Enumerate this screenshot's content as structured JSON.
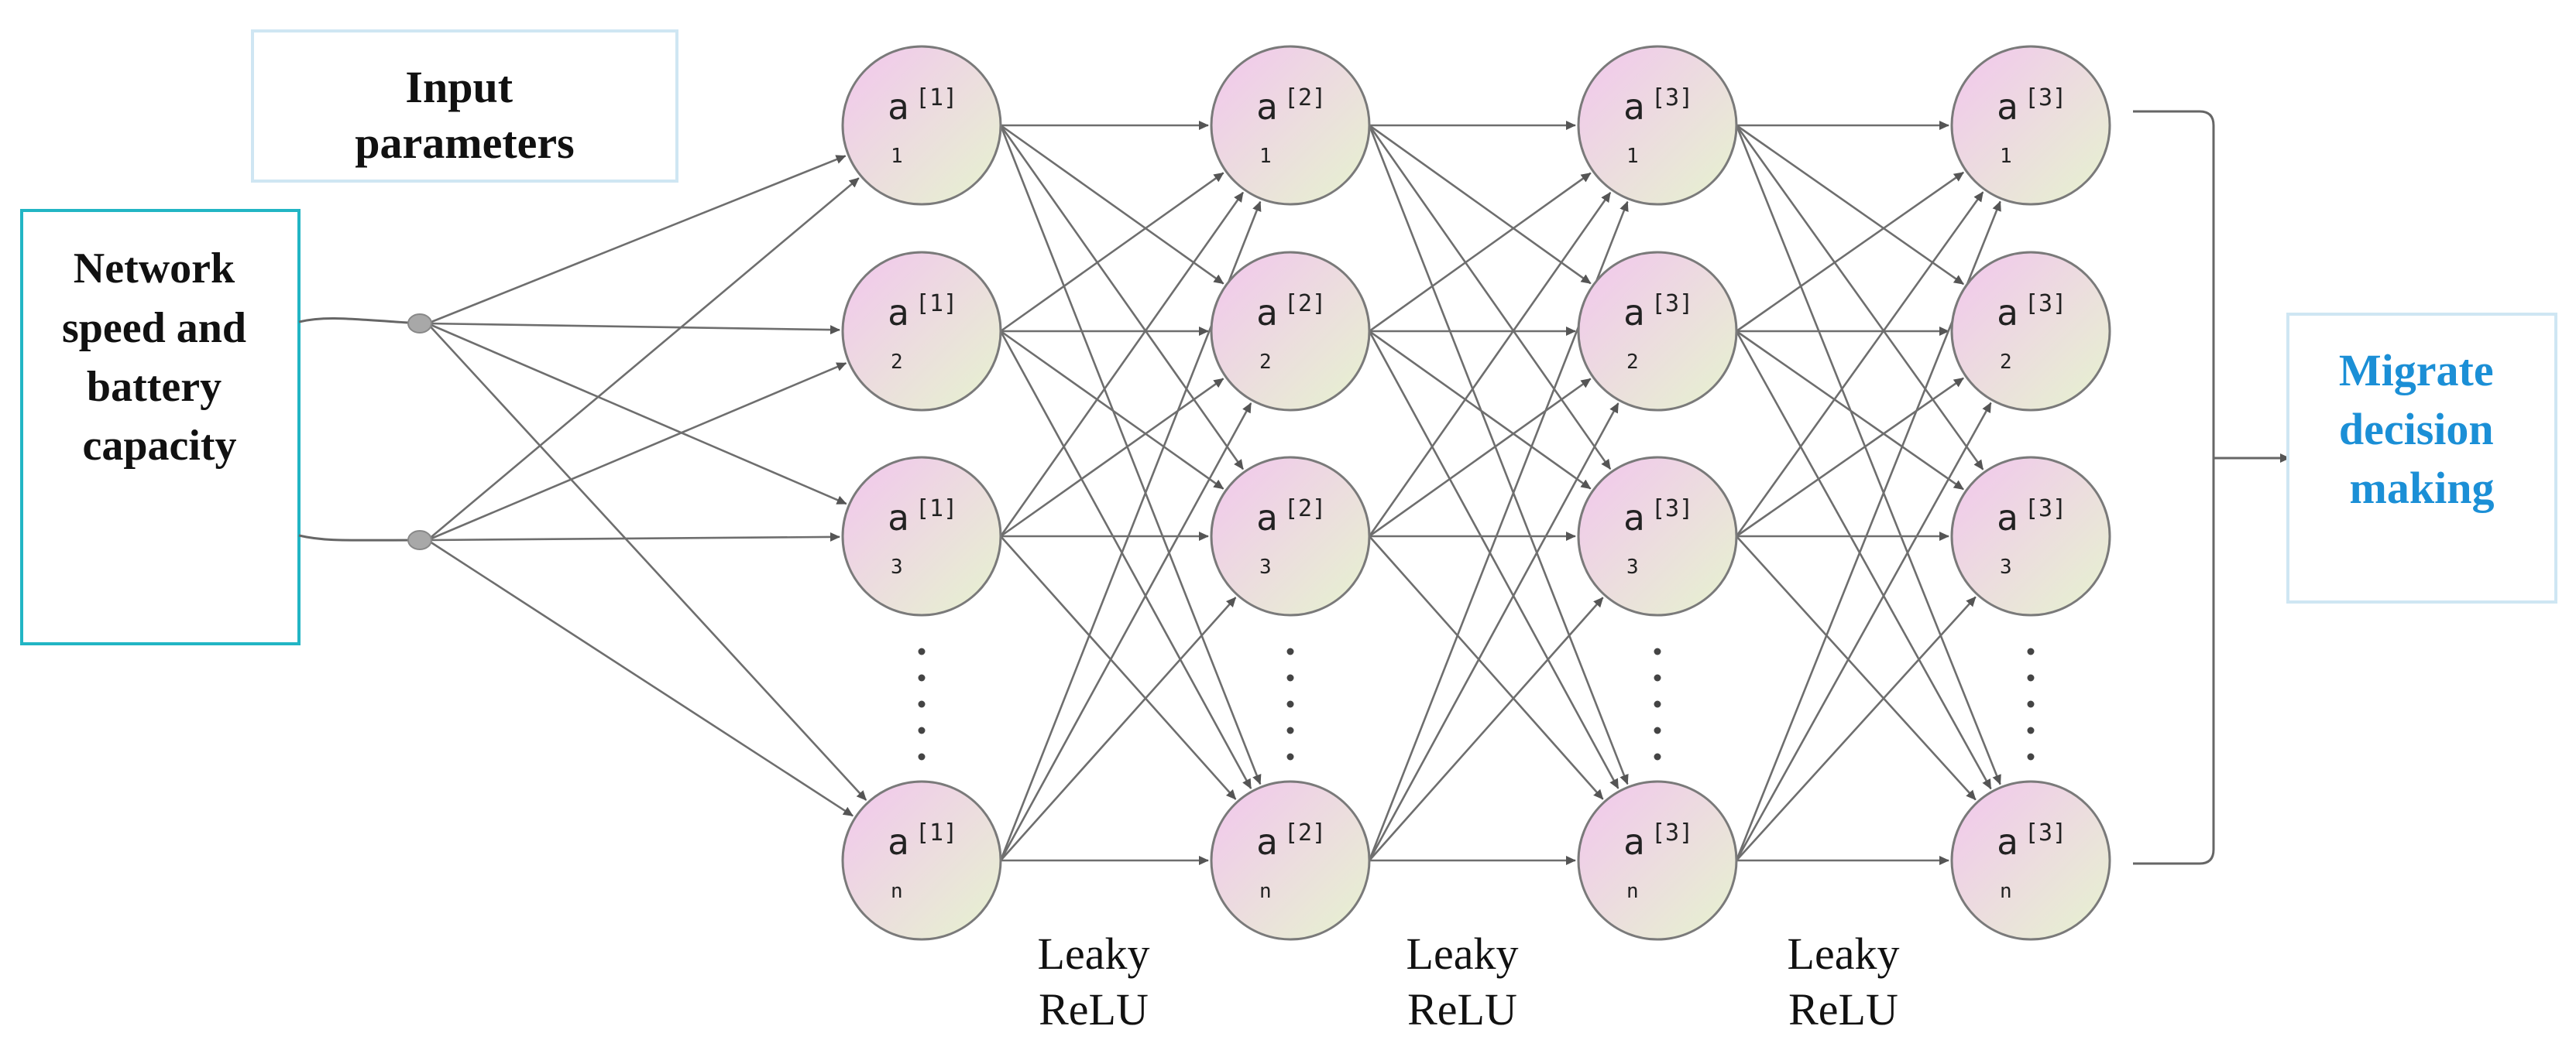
{
  "input_header": "Input parameters",
  "input_box_lines": [
    "Network",
    "speed and",
    "battery",
    "capacity"
  ],
  "output_box_lines": [
    "Migrate",
    "decision",
    "making"
  ],
  "layers": [
    {
      "nodes": [
        {
          "label": "a",
          "sup": "[1]",
          "sub": "1"
        },
        {
          "label": "a",
          "sup": "[1]",
          "sub": "2"
        },
        {
          "label": "a",
          "sup": "[1]",
          "sub": "3"
        },
        {
          "label": "a",
          "sup": "[1]",
          "sub": "n"
        }
      ]
    },
    {
      "nodes": [
        {
          "label": "a",
          "sup": "[2]",
          "sub": "1"
        },
        {
          "label": "a",
          "sup": "[2]",
          "sub": "2"
        },
        {
          "label": "a",
          "sup": "[2]",
          "sub": "3"
        },
        {
          "label": "a",
          "sup": "[2]",
          "sub": "n"
        }
      ]
    },
    {
      "nodes": [
        {
          "label": "a",
          "sup": "[3]",
          "sub": "1"
        },
        {
          "label": "a",
          "sup": "[3]",
          "sub": "2"
        },
        {
          "label": "a",
          "sup": "[3]",
          "sub": "3"
        },
        {
          "label": "a",
          "sup": "[3]",
          "sub": "n"
        }
      ]
    },
    {
      "nodes": [
        {
          "label": "a",
          "sup": "[3]",
          "sub": "1"
        },
        {
          "label": "a",
          "sup": "[3]",
          "sub": "2"
        },
        {
          "label": "a",
          "sup": "[3]",
          "sub": "3"
        },
        {
          "label": "a",
          "sup": "[3]",
          "sub": "n"
        }
      ]
    }
  ],
  "activations": [
    {
      "line1": "Leaky",
      "line2": "ReLU"
    },
    {
      "line1": "Leaky",
      "line2": "ReLU"
    },
    {
      "line1": "Leaky",
      "line2": "ReLU"
    }
  ],
  "colors": {
    "input_box_border": "#22b5c4",
    "header_box_border": "#cfe6f3",
    "output_box_border": "#cfe6f3",
    "output_text": "#1b8fd6",
    "node_fill_top": "#f2c6ee",
    "node_fill_bottom": "#e6f3cf",
    "node_stroke": "#7a7a7a",
    "edge": "#6e6e6e",
    "input_dot": "#a8a8a8"
  }
}
